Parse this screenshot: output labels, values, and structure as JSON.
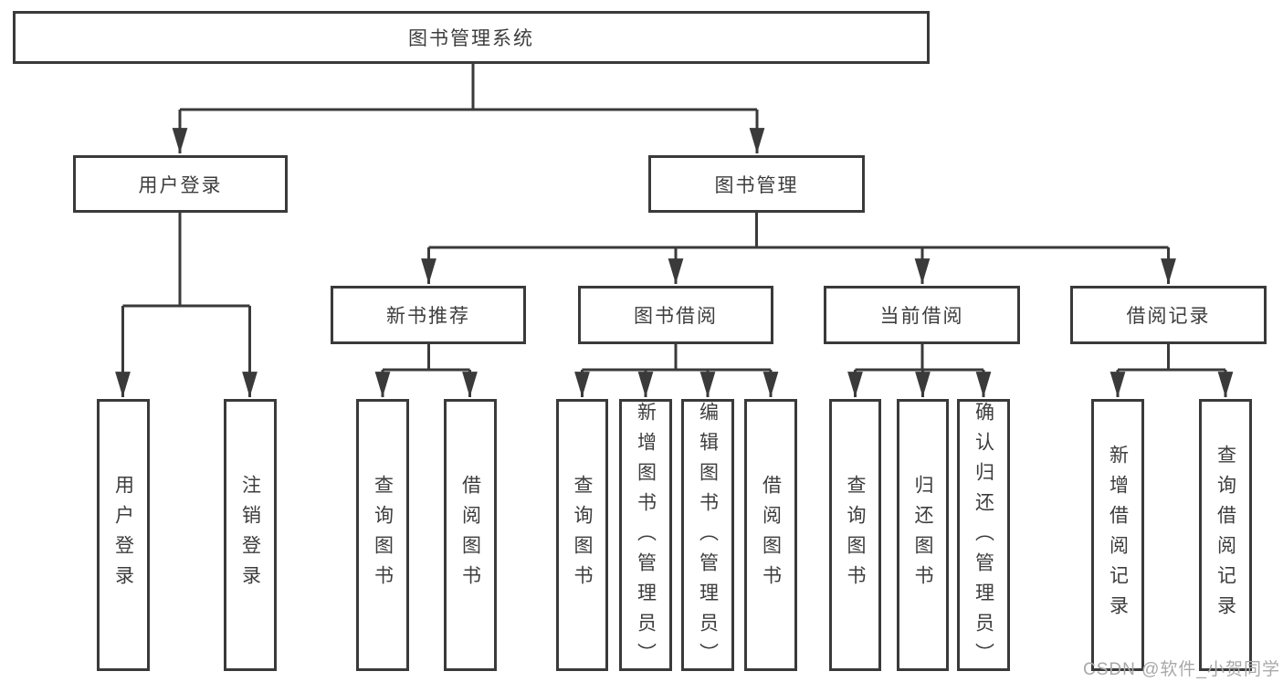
{
  "nodes": {
    "root": "图书管理系统",
    "l1": [
      "用户登录",
      "图书管理"
    ],
    "l2": [
      "新书推荐",
      "图书借阅",
      "当前借阅",
      "借阅记录"
    ],
    "leaves": {
      "login": [
        "用户登录",
        "注销登录"
      ],
      "newbook": [
        "查询图书",
        "借阅图书"
      ],
      "borrow": [
        "查询图书",
        "新增图书（管理员）",
        "编辑图书（管理员）",
        "借阅图书"
      ],
      "current": [
        "查询图书",
        "归还图书",
        "确认归还（管理员）"
      ],
      "records": [
        "新增借阅记录",
        "查询借阅记录"
      ]
    }
  },
  "watermark": "CSDN @软件_小贺同学",
  "colors": {
    "line": "#3a3a3a",
    "text": "#3d3d3d",
    "watermark": "#aaa8aa"
  }
}
